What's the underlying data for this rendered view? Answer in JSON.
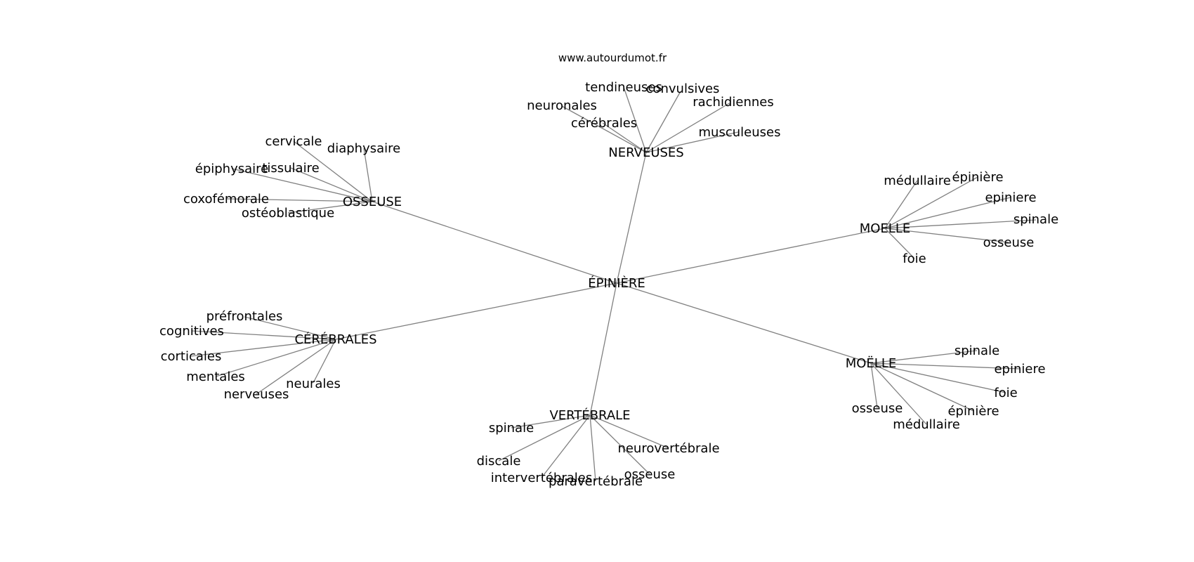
{
  "site": {
    "text": "www.autourdumot.fr"
  },
  "colors": {
    "edge": "#808080",
    "text": "#000000",
    "background": "#ffffff"
  },
  "graph": {
    "root": "ÉPINIÈRE",
    "hubs": [
      {
        "id": "nerveuses",
        "label": "NERVEUSES",
        "leaves": [
          "tendineuses",
          "convulsives",
          "rachidiennes",
          "neuronales",
          "cérébrales",
          "musculeuses"
        ]
      },
      {
        "id": "osseuse",
        "label": "OSSEUSE",
        "leaves": [
          "cervicale",
          "diaphysaire",
          "épiphysaire",
          "tissulaire",
          "coxofémorale",
          "ostéoblastique"
        ]
      },
      {
        "id": "moelle-1",
        "label": "MOELLE",
        "leaves": [
          "médullaire",
          "épinière",
          "epiniere",
          "spinale",
          "osseuse",
          "foie"
        ]
      },
      {
        "id": "cerebrales",
        "label": "CÉRÉBRALES",
        "leaves": [
          "préfrontales",
          "cognitives",
          "corticales",
          "mentales",
          "nerveuses",
          "neurales"
        ]
      },
      {
        "id": "moelle-2",
        "label": "MOËLLE",
        "leaves": [
          "spinale",
          "epiniere",
          "foie",
          "épinière",
          "osseuse",
          "médullaire"
        ]
      },
      {
        "id": "vertebrale",
        "label": "VERTÉBRALE",
        "leaves": [
          "spinale",
          "neurovertébrale",
          "discale",
          "osseuse",
          "intervertébrales",
          "paravertébrale"
        ]
      }
    ]
  }
}
